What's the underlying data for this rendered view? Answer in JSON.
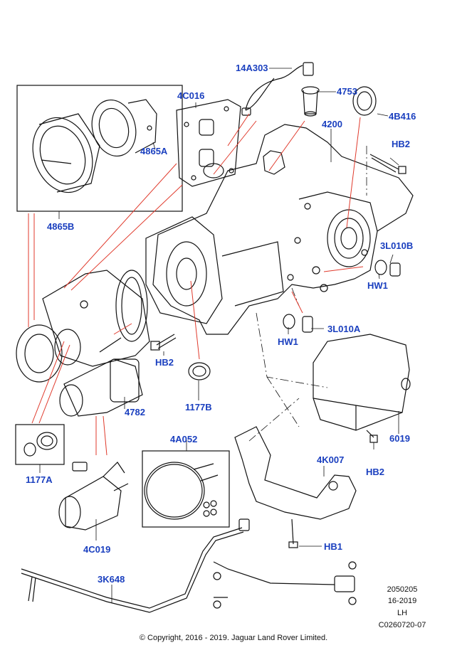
{
  "diagram": {
    "callouts": {
      "c14A303": "14A303",
      "c4C016": "4C016",
      "c4753": "4753",
      "c4B416": "4B416",
      "c4200": "4200",
      "cHB2_top": "HB2",
      "c4865A": "4865A",
      "c4865B": "4865B",
      "c3L010B": "3L010B",
      "cHW1_right": "HW1",
      "cHW1_mid": "HW1",
      "c3L010A": "3L010A",
      "cHB2_left": "HB2",
      "c4782": "4782",
      "c1177B": "1177B",
      "c6019": "6019",
      "cHB2_bottom": "HB2",
      "c1177A": "1177A",
      "c4A052": "4A052",
      "c4K007": "4K007",
      "c4C019": "4C019",
      "cHB1": "HB1",
      "c3K648": "3K648"
    },
    "reference": {
      "line1": "2050205",
      "line2": "16-2019",
      "line3": "LH",
      "line4": "C0260720-07"
    },
    "copyright": "© Copyright, 2016 - 2019. Jaguar Land Rover Limited.",
    "colors": {
      "callout_text": "#1a3fbf",
      "leader_red": "#e0392b",
      "line_black": "#111111"
    }
  }
}
